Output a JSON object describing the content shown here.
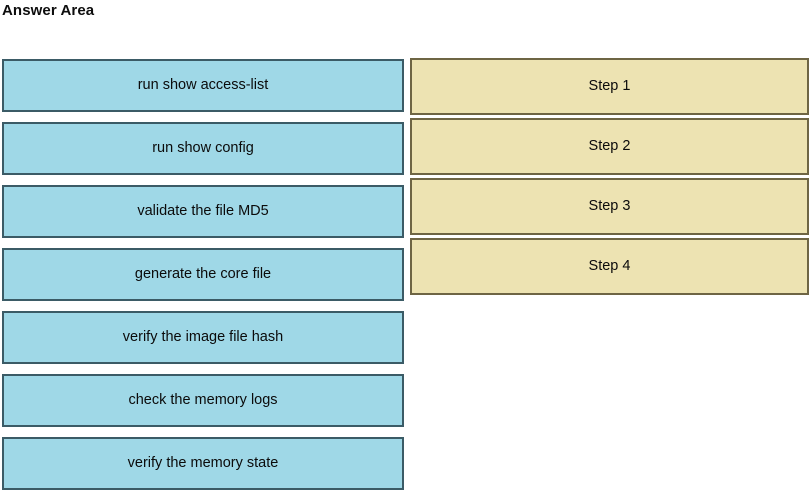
{
  "page": {
    "title": "Answer Area"
  },
  "colors": {
    "option_fill": "#9FD8E7",
    "option_border": "#3B5B66",
    "step_fill": "#EDE3B2",
    "step_border": "#6E6544",
    "background": "#FFFFFF",
    "text": "#0B0B0B"
  },
  "options_column": {
    "items": [
      {
        "label": "run show access-list"
      },
      {
        "label": "run show config"
      },
      {
        "label": "validate the file MD5"
      },
      {
        "label": "generate the core file"
      },
      {
        "label": "verify the image file hash"
      },
      {
        "label": "check the memory logs"
      },
      {
        "label": "verify the memory state"
      }
    ]
  },
  "steps_column": {
    "items": [
      {
        "label": "Step 1"
      },
      {
        "label": "Step 2"
      },
      {
        "label": "Step 3"
      },
      {
        "label": "Step 4"
      }
    ]
  }
}
